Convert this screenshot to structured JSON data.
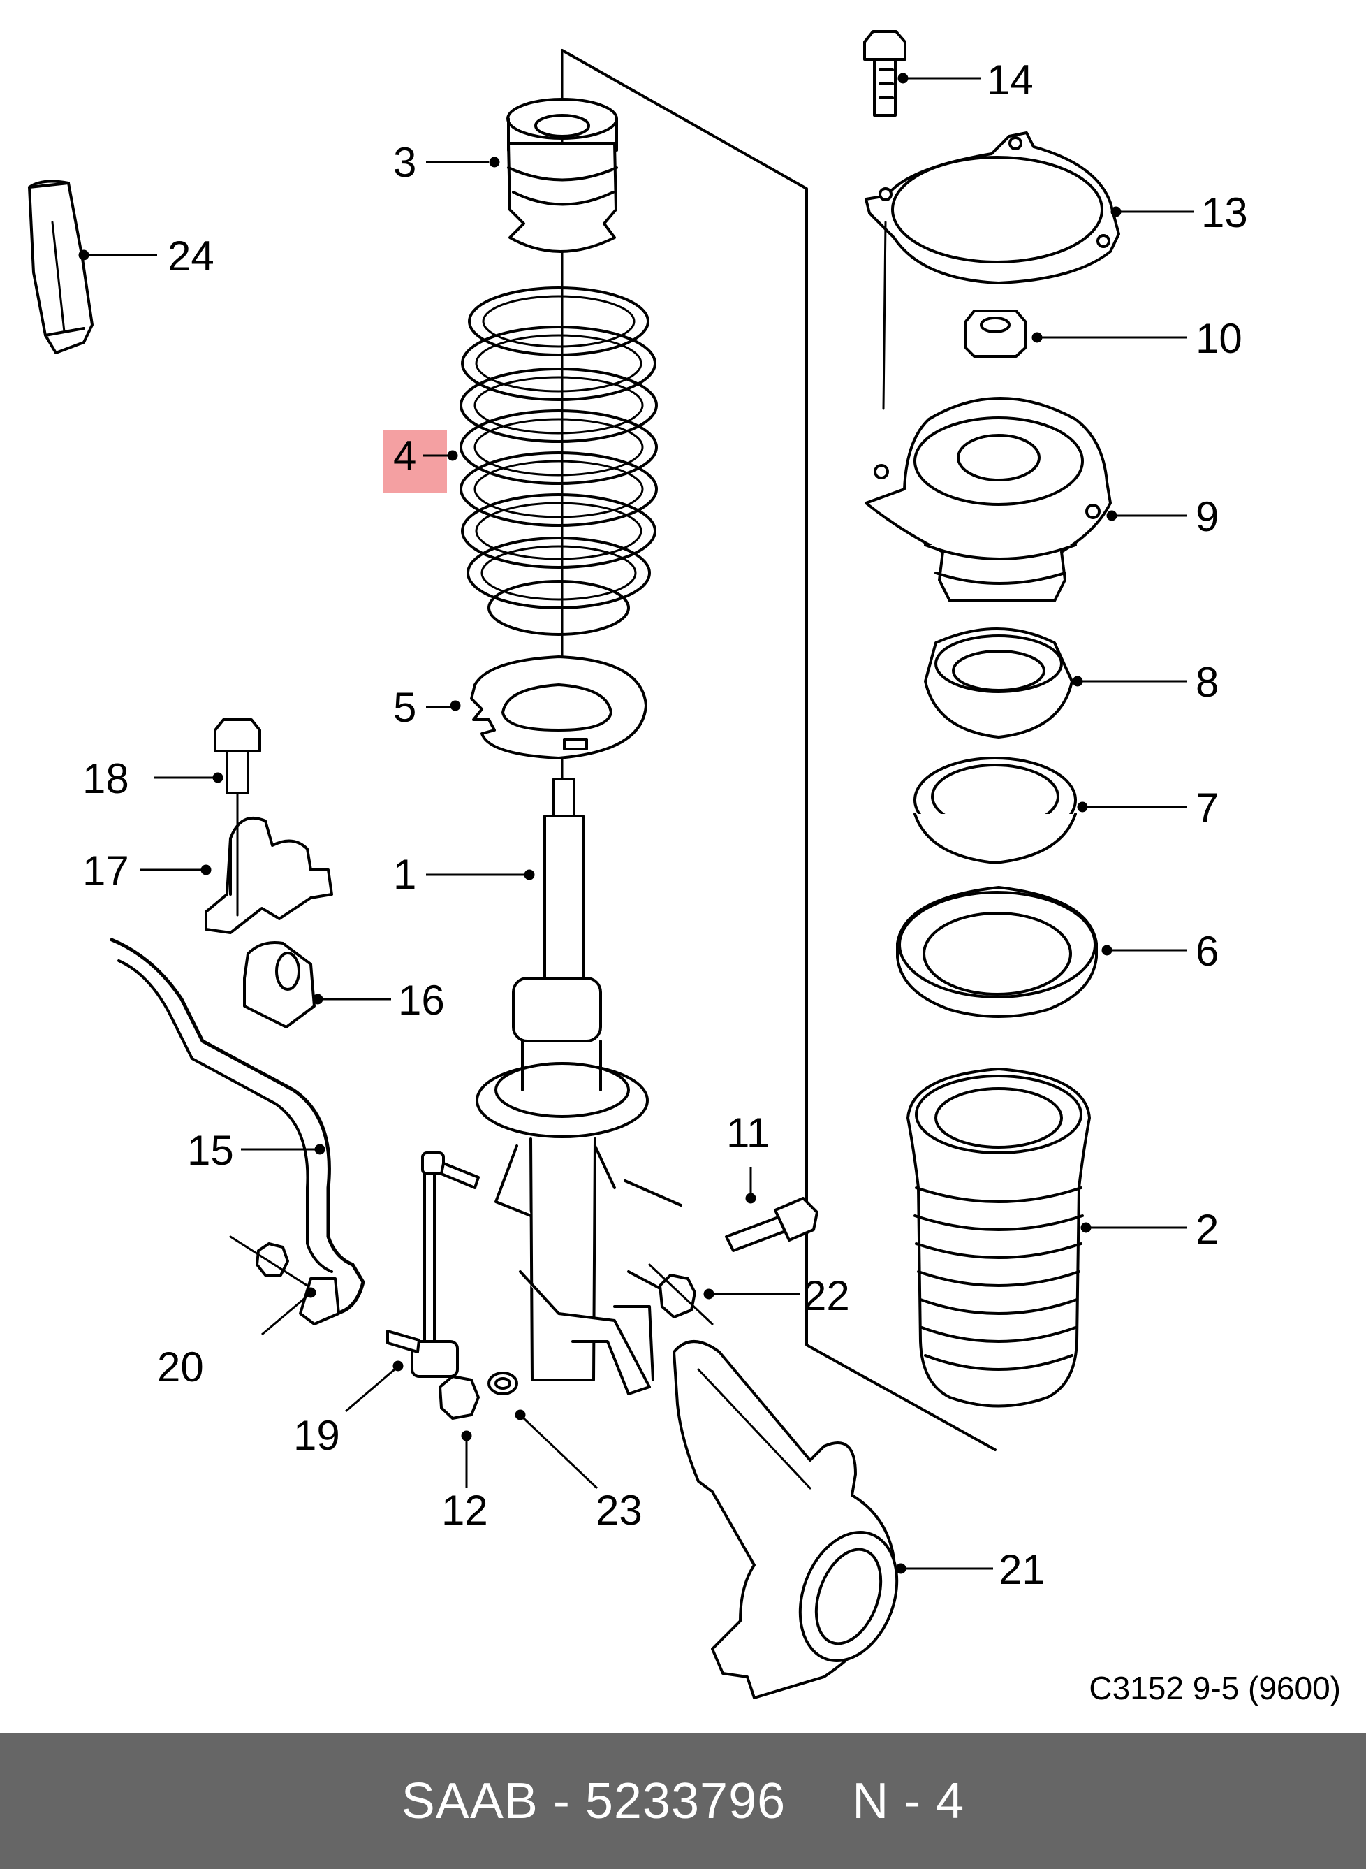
{
  "diagram": {
    "reference": "C3152 9-5 (9600)",
    "highlight_color": "#f4a0a2",
    "highlighted_part": "4",
    "callouts": [
      {
        "id": "c1",
        "label": "1",
        "part": "strut shock absorber"
      },
      {
        "id": "c2",
        "label": "2",
        "part": "bellows"
      },
      {
        "id": "c3",
        "label": "3",
        "part": "bump stop"
      },
      {
        "id": "c4",
        "label": "4",
        "part": "coil spring"
      },
      {
        "id": "c5",
        "label": "5",
        "part": "lower spring seat"
      },
      {
        "id": "c6",
        "label": "6",
        "part": "spring seat"
      },
      {
        "id": "c7",
        "label": "7",
        "part": "bearing"
      },
      {
        "id": "c8",
        "label": "8",
        "part": "spring seat upper"
      },
      {
        "id": "c9",
        "label": "9",
        "part": "strut mount"
      },
      {
        "id": "c10",
        "label": "10",
        "part": "nut"
      },
      {
        "id": "c11",
        "label": "11",
        "part": "bolt"
      },
      {
        "id": "c12",
        "label": "12",
        "part": "nut"
      },
      {
        "id": "c13",
        "label": "13",
        "part": "cover plate"
      },
      {
        "id": "c14",
        "label": "14",
        "part": "bolt"
      },
      {
        "id": "c15",
        "label": "15",
        "part": "stabilizer bar"
      },
      {
        "id": "c16",
        "label": "16",
        "part": "bushing"
      },
      {
        "id": "c17",
        "label": "17",
        "part": "clamp"
      },
      {
        "id": "c18",
        "label": "18",
        "part": "bolt"
      },
      {
        "id": "c19",
        "label": "19",
        "part": "link rod"
      },
      {
        "id": "c20",
        "label": "20",
        "part": "nut"
      },
      {
        "id": "c21",
        "label": "21",
        "part": "steering knuckle"
      },
      {
        "id": "c22",
        "label": "22",
        "part": "nut"
      },
      {
        "id": "c23",
        "label": "23",
        "part": "washer"
      },
      {
        "id": "c24",
        "label": "24",
        "part": "grease tube"
      }
    ]
  },
  "footer": {
    "brand": "SAAB",
    "separator": "-",
    "part_number": "5233796",
    "position_label": "N - 4",
    "background": "#666666"
  }
}
